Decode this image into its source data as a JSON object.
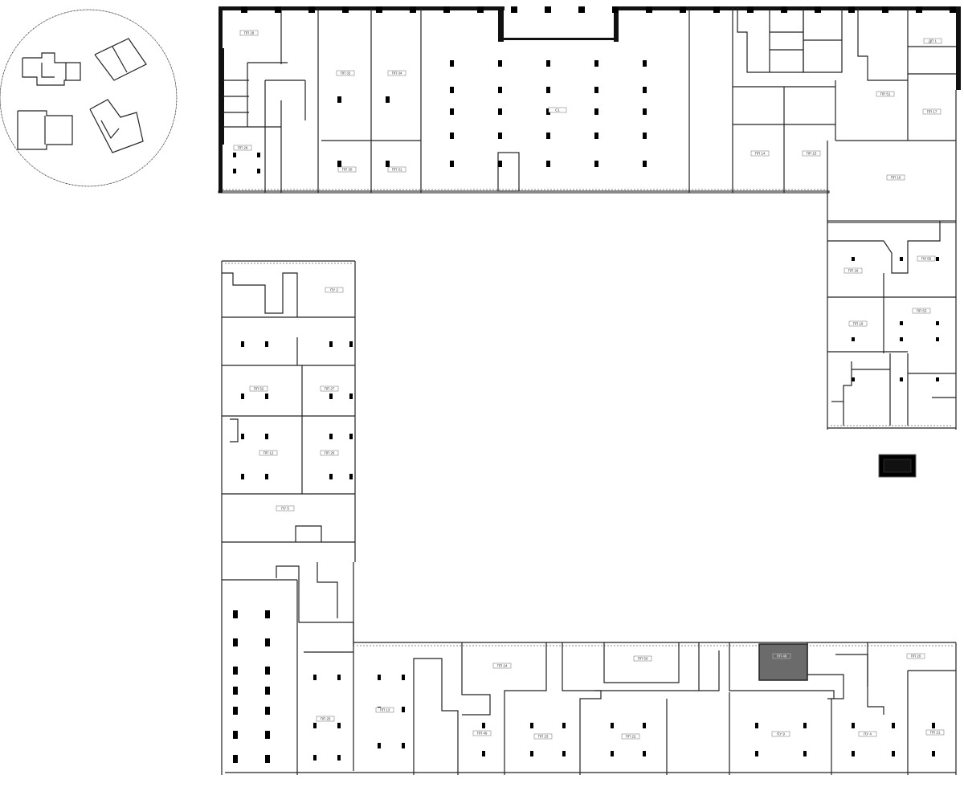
{
  "units": [
    {
      "id": "u29",
      "label": "ПП 29",
      "selected": false
    },
    {
      "id": "u28",
      "label": "ПП 28",
      "selected": false
    },
    {
      "id": "u32",
      "label": "ПП 32",
      "selected": false
    },
    {
      "id": "u34",
      "label": "ПП 34",
      "selected": false
    },
    {
      "id": "u30",
      "label": "ПП 30",
      "selected": false
    },
    {
      "id": "u31",
      "label": "ПП 31",
      "selected": false
    },
    {
      "id": "u1",
      "label": "С1",
      "selected": false
    },
    {
      "id": "uqm",
      "label": "ДП 1",
      "selected": false
    },
    {
      "id": "u51",
      "label": "ПП 51",
      "selected": false
    },
    {
      "id": "u17",
      "label": "ПП 17",
      "selected": false
    },
    {
      "id": "u14",
      "label": "ПП 14",
      "selected": false
    },
    {
      "id": "u15",
      "label": "ПП 15",
      "selected": false
    },
    {
      "id": "u16",
      "label": "ПП 16",
      "selected": false
    },
    {
      "id": "u18",
      "label": "ПП 18",
      "selected": false
    },
    {
      "id": "u55",
      "label": "ПЛ 55",
      "selected": false
    },
    {
      "id": "u19",
      "label": "ПП 19",
      "selected": false
    },
    {
      "id": "u53",
      "label": "ПП 53",
      "selected": false
    },
    {
      "id": "ux2",
      "label": "ПУ 2",
      "selected": false
    },
    {
      "id": "u52",
      "label": "ПП 52",
      "selected": false
    },
    {
      "id": "u27",
      "label": "ПП 27",
      "selected": false
    },
    {
      "id": "u12",
      "label": "ПП 12",
      "selected": false
    },
    {
      "id": "u26",
      "label": "ПП 26",
      "selected": false
    },
    {
      "id": "u5",
      "label": "ПУ 5",
      "selected": false
    },
    {
      "id": "u25",
      "label": "ПП 25",
      "selected": false
    },
    {
      "id": "u13",
      "label": "ПП 13",
      "selected": false
    },
    {
      "id": "u24",
      "label": "ПП 24",
      "selected": false
    },
    {
      "id": "u50",
      "label": "ПП 50",
      "selected": false
    },
    {
      "id": "u48",
      "label": "ПП 48",
      "selected": true
    },
    {
      "id": "u20",
      "label": "ПП 20",
      "selected": false
    },
    {
      "id": "u49",
      "label": "ПП 49",
      "selected": false
    },
    {
      "id": "u23",
      "label": "ПП 23",
      "selected": false
    },
    {
      "id": "u22",
      "label": "ПП 22",
      "selected": false
    },
    {
      "id": "u9",
      "label": "ПУ 9",
      "selected": false
    },
    {
      "id": "u4",
      "label": "ПУ 4",
      "selected": false
    },
    {
      "id": "u21",
      "label": "ПП 21",
      "selected": false
    }
  ],
  "colors": {
    "wall": "#111111",
    "selected_fill": "#6b6b6b",
    "background": "#ffffff"
  }
}
